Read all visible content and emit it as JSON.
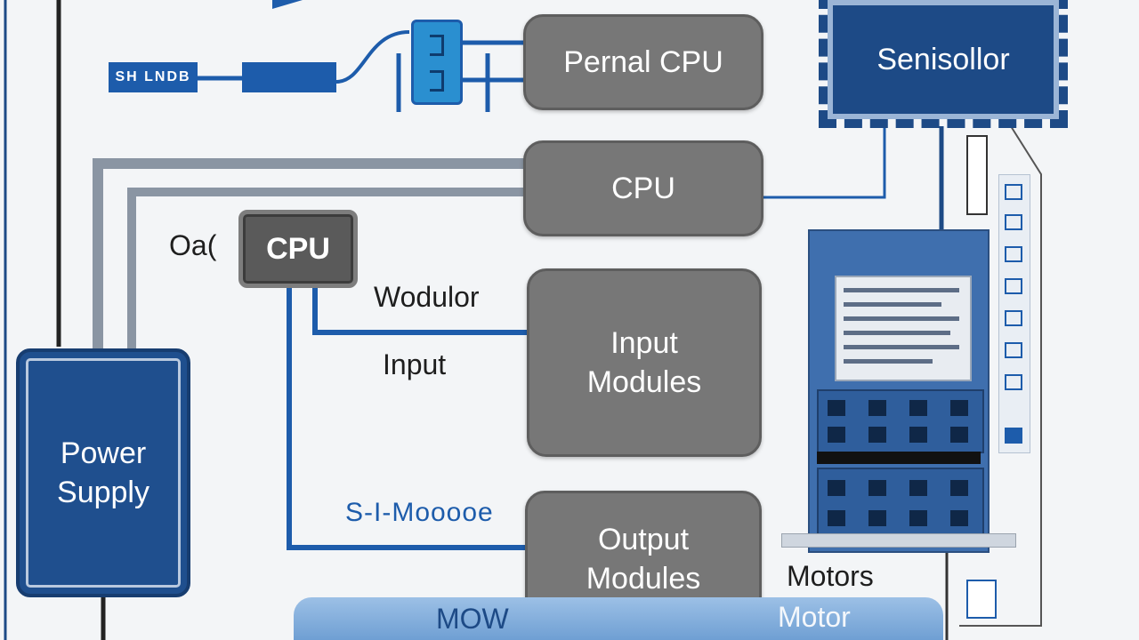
{
  "nodes": {
    "pernal_cpu": "Pernal CPU",
    "cpu": "CPU",
    "input_modules_line1": "Input",
    "input_modules_line2": "Modules",
    "output_modules_line1": "Output",
    "output_modules_line2": "Modules",
    "power_supply_line1": "Power",
    "power_supply_line2": "Supply",
    "sensor": "Senisollor",
    "cpu_chip": "CPU"
  },
  "labels": {
    "oa": "Oa(",
    "wodulor": "Wodulor",
    "input": "Input",
    "s_modoce": "S-I-Mooooe",
    "motors": "Motors",
    "motor": "Motor",
    "mow": "MOW",
    "top_tag_left": "SH LNDB"
  },
  "colors": {
    "box_gray": "#777777",
    "brand_blue": "#1f4f8e",
    "wire_blue": "#1d5cab",
    "wire_gray": "#8a95a3"
  }
}
